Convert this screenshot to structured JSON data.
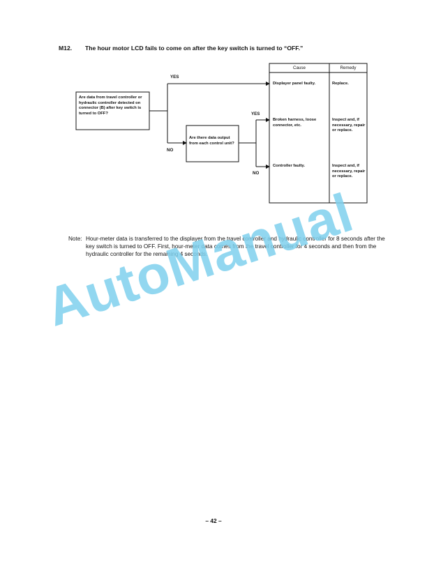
{
  "heading": {
    "number": "M12.",
    "title": "The hour motor LCD fails to come on after the key switch is turned to “OFF.”"
  },
  "flowchart": {
    "question1": "Are data from travel controller or hydraulic controller detected on connector (B) after key switch is turned to OFF?",
    "question2": "Are there data output from each control unit?",
    "yes1": "YES",
    "no1": "NO",
    "yes2": "YES",
    "no2": "NO",
    "table": {
      "header_cause": "Cause",
      "header_remedy": "Remedy",
      "rows": [
        {
          "cause": "Displayer panel faulty.",
          "remedy": "Replace."
        },
        {
          "cause": "Broken harness, loose connector, etc.",
          "remedy": "Inspect and, if necessary, repair or replace."
        },
        {
          "cause": "Controller faulty.",
          "remedy": "Inspect and, if necessary, repair or replace."
        }
      ]
    }
  },
  "note": {
    "label": "Note:",
    "text": "Hour-meter data is transferred to the displayer from the travel controller and hydraulic controller for 8 seconds after the key switch is turned to OFF. First, hour-meter data comes from the travel controller for 4 seconds and then from the hydraulic controller for the remaining 4 seconds."
  },
  "page_number": "– 42 –",
  "watermark": "AutoManual"
}
